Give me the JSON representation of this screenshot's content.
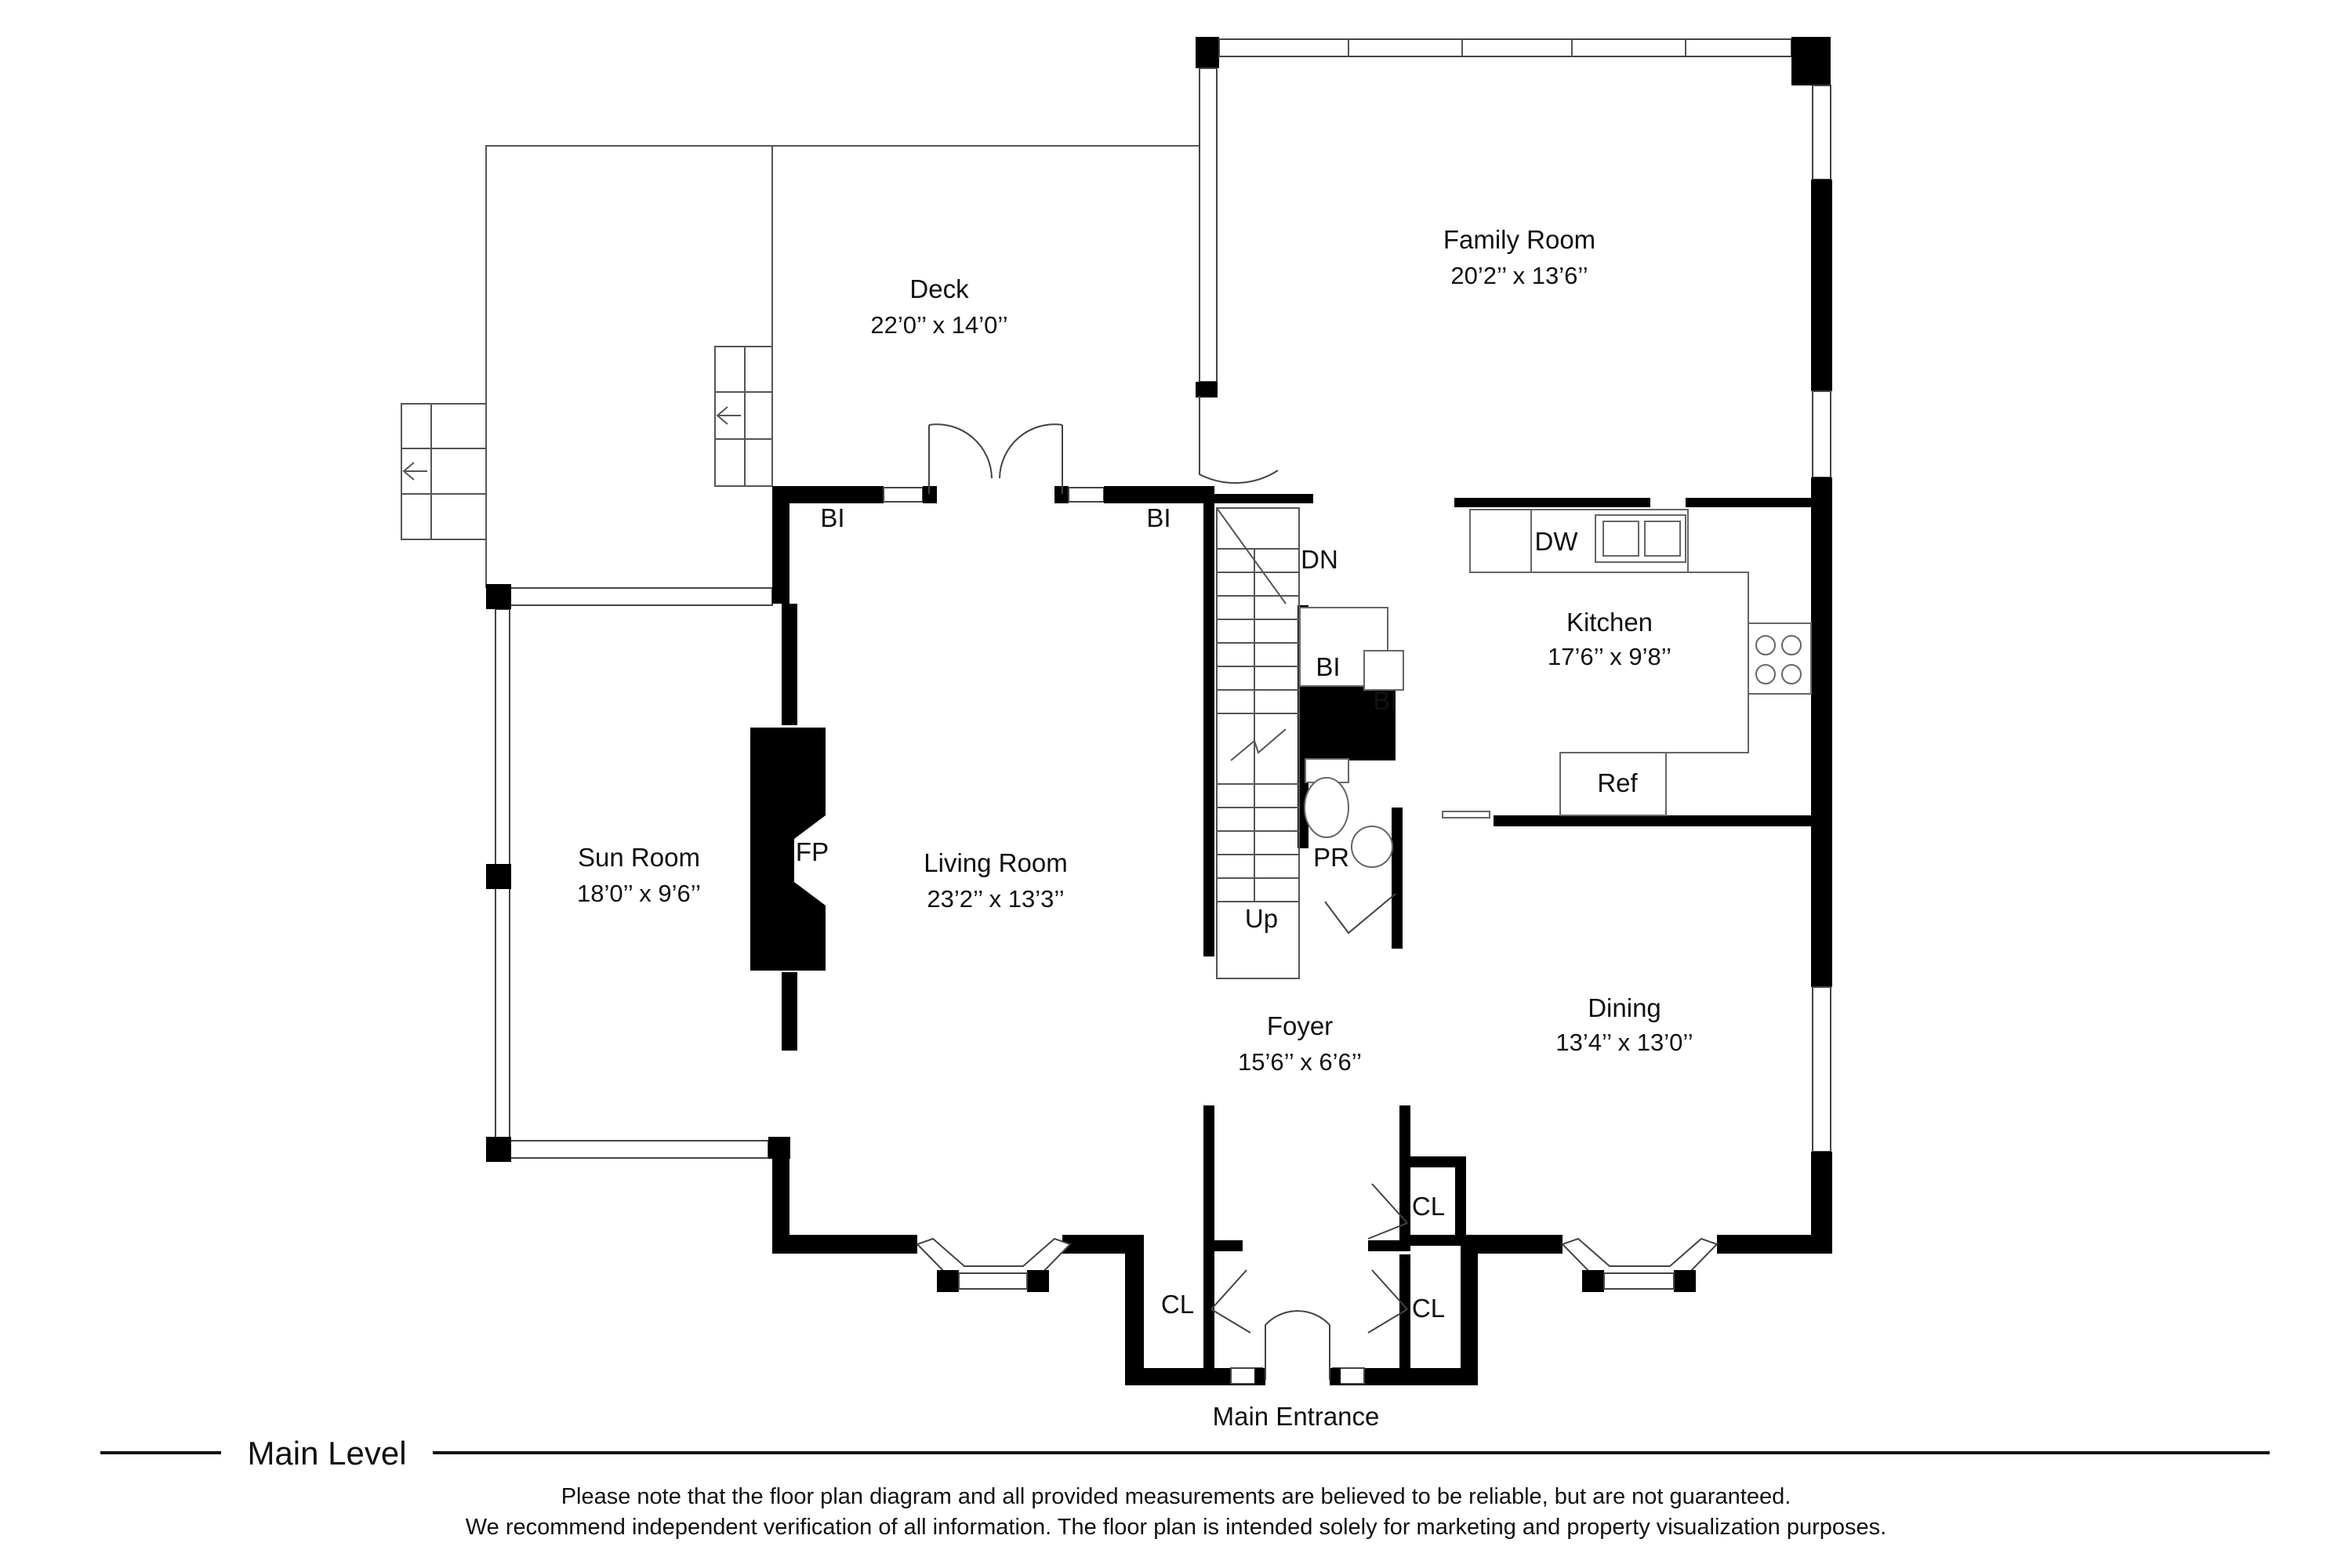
{
  "rooms": {
    "deck": {
      "name": "Deck",
      "dims": "22’0’’ x 14’0’’"
    },
    "family_room": {
      "name": "Family Room",
      "dims": "20’2’’ x 13’6’’"
    },
    "kitchen": {
      "name": "Kitchen",
      "dims": "17’6’’ x 9’8’’"
    },
    "sun_room": {
      "name": "Sun Room",
      "dims": "18’0’’ x 9’6’’"
    },
    "living_room": {
      "name": "Living Room",
      "dims": "23’2’’ x 13’3’’"
    },
    "foyer": {
      "name": "Foyer",
      "dims": "15’6’’ x 6’6’’"
    },
    "dining": {
      "name": "Dining",
      "dims": "13’4’’ x 13’0’’"
    }
  },
  "tags": {
    "bi": "BI",
    "dw": "DW",
    "ref": "Ref",
    "fp": "FP",
    "pr": "PR",
    "dn": "DN",
    "up": "Up",
    "cl": "CL"
  },
  "main_entrance": "Main Entrance",
  "level_title": "Main Level",
  "disclaimer": [
    "Please note that the floor plan diagram and all provided measurements are believed to be reliable, but are not guaranteed.",
    "We recommend independent verification of all information. The floor plan is intended solely for marketing and property visualization purposes."
  ]
}
